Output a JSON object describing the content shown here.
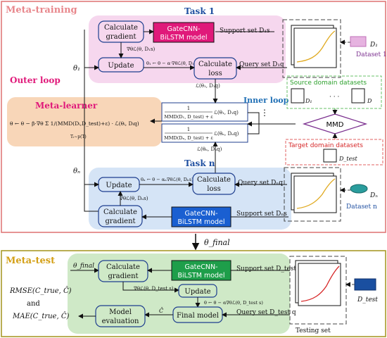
{
  "meta_training": {
    "section_title": "Meta-training",
    "task1_title": "Task 1",
    "taskn_title": "Task n",
    "outer_loop": "Outer loop",
    "inner_loop": "Inner loop",
    "meta_learner": "Meta-learner",
    "theta_1": "θ₁",
    "theta_n": "θₙ",
    "meta_update_eq": "θ ← θ − β·∇θ Σ 1/(MMD(Dᵢ,D_test)+ε) · ℒ(θᵢ, Dᵢq)",
    "sum_index": "Tᵢ∼p(T)",
    "frac_num": "1",
    "frac_1_den": "MMD(D₁, D_test) + ε",
    "frac_n_den": "MMD(Dₙ, D_test) + ε",
    "loss_1_q": "ℒ(θ₁, D₁q)",
    "loss_n_q": "ℒ(θₙ, Dₙq)",
    "loss_1_q_below": "ℒ(θ₁, D₁q)",
    "loss_n_q_below": "ℒ(θₙ, Dₙq)",
    "grad_1": "∇θℒ(θ, D₁s)",
    "grad_n": "∇θℒ(θ, Dₙs)",
    "update_1_eq": "θ₁ ← θ − α·∇θℒ(θ, D₁s)",
    "update_n_eq": "θₙ ← θ − αₙ∇θℒ(θ, Dₙs)",
    "calc_gradient": "Calculate gradient",
    "update": "Update",
    "calc_loss": "Calculate loss",
    "model_line1": "GateCNN-",
    "model_line2": "BiLSTM model",
    "support_set_1": "Support set D₁s",
    "query_set_1": "Query set D₁q",
    "support_set_n": "Support set Dₙs",
    "query_set_n": "Query set Dₙq",
    "dataset_1": "Dataset 1",
    "dataset_n": "Dataset n",
    "D1_label": "D₁",
    "Dn_label": "Dₙ",
    "source_title": "Source domain datasets",
    "source_D1": "D₁",
    "source_D": "D",
    "dots": "· · ·",
    "vdots": "⋮",
    "mmd": "MMD",
    "target_title": "Target domain datasets",
    "target_D": "D_test"
  },
  "theta_final": "θ_final",
  "meta_test": {
    "section_title": "Meta-test",
    "theta_final_in": "θ_final",
    "calc_gradient": "Calculate gradient",
    "update": "Update",
    "final_model": "Final model",
    "model_evaluation": "Model evaluation",
    "grad": "∇θℒ(θ, D_test s)",
    "update_eq": "θ ← θ − α∇θℒ(θ, D_test s)",
    "c_hat": "Ĉ",
    "support_set": "Support set D_test s",
    "query_set": "Query set D_test q",
    "testing_set": "Testing set",
    "D_test": "D_test",
    "rmse": "RMSE(C_true, Ĉ)",
    "and": "and",
    "mae": "MAE(C_true, Ĉ)"
  },
  "colors": {
    "meta_training_border": "#e07a7a",
    "meta_training_title": "#e8878c",
    "task1_bg": "#f6d7ee",
    "taskn_bg": "#d5e4f6",
    "meta_test_border": "#a89a2a",
    "meta_test_title": "#d4a017",
    "meta_test_bg": "#cfe9c7",
    "model_pink": "#e0197a",
    "model_blue": "#1a5fd1",
    "model_green": "#1e9e4a",
    "loop_pink": "#e0197a",
    "inner_blue": "#1f6fb5",
    "meta_learner_bg": "#f8d6b8",
    "meta_learner_text": "#e0197a",
    "mmd_purple": "#7a2e8e",
    "source_green": "#2ca02c",
    "target_red": "#d62728"
  }
}
